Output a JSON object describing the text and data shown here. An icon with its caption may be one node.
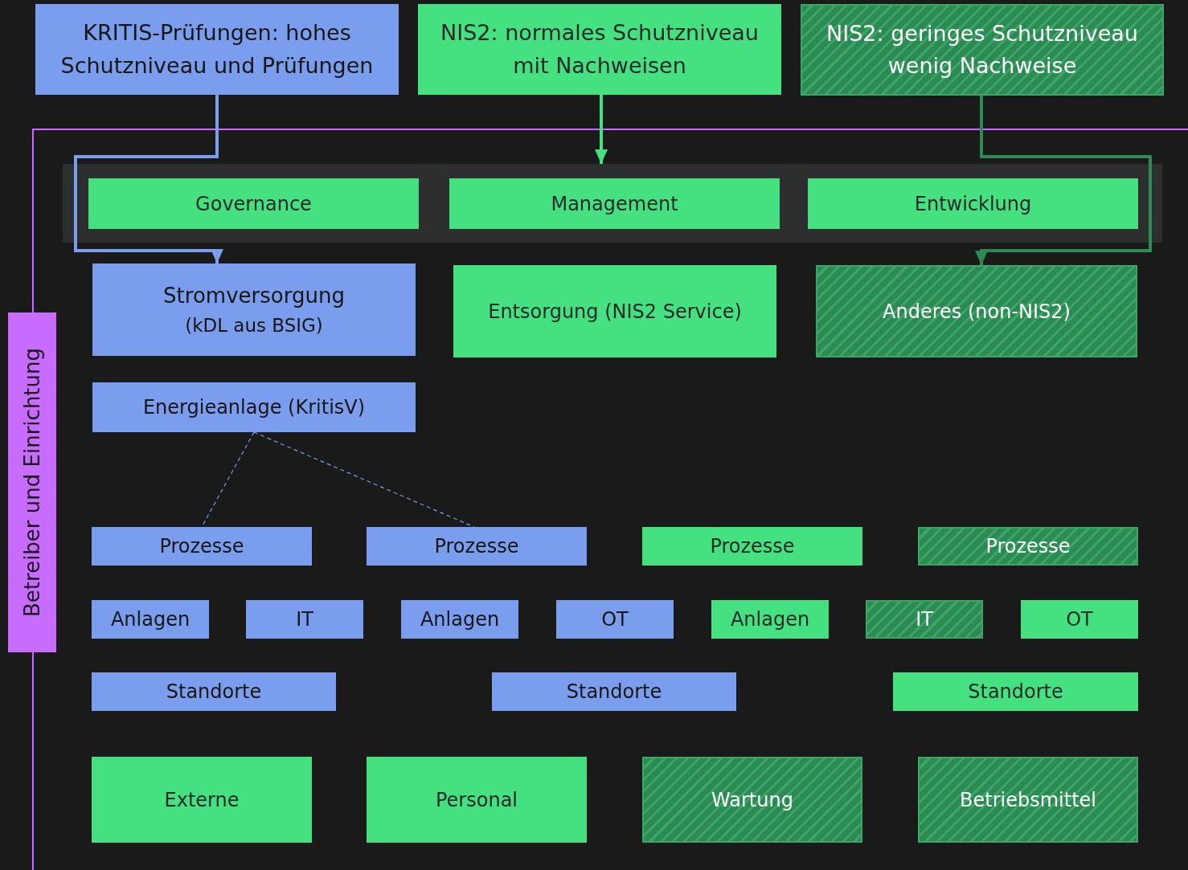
{
  "diagram": {
    "nodes": [
      {
        "text": [
          "KRITIS-Prüfungen: hohes Schutzniveau und Prüfungen"
        ]
      },
      {
        "text": [
          "NIS2: normales Schutzniveau mit Nachweisen"
        ]
      },
      {
        "text": [
          "NIS2: geringes Schutzniveau wenig Nachweise"
        ]
      },
      {
        "text": [
          "Betreiber und Einrichtung"
        ]
      },
      {
        "text": [],
        "shape": "box",
        "in": 3
      },
      {
        "text": [
          "Governance"
        ],
        "in": 4
      },
      {
        "text": [
          "Management"
        ],
        "in": 4
      },
      {
        "text": [
          "Entwicklung"
        ],
        "in": 4
      },
      {
        "text": [
          "Stromversorgung",
          "(kDL aus BSIG)"
        ],
        "in": 3
      },
      {
        "text": [
          "Entsorgung (NIS2 Service)"
        ],
        "in": 3
      },
      {
        "text": [
          "Anderes (non-NIS2)"
        ],
        "in": 3
      },
      {
        "text": [
          "Energieanlage (KritisV)"
        ],
        "in": 3
      },
      {
        "text": [
          "Prozesse"
        ],
        "in": 3
      },
      {
        "text": [
          "Prozesse"
        ],
        "in": 3
      },
      {
        "text": [
          "Prozesse"
        ],
        "in": 3
      },
      {
        "text": [
          "Prozesse"
        ],
        "in": 3
      },
      {
        "text": [
          "Anlagen"
        ],
        "in": 3
      },
      {
        "text": [
          "IT"
        ],
        "in": 3
      },
      {
        "text": [
          "Anlagen"
        ],
        "in": 3
      },
      {
        "text": [
          "OT"
        ],
        "in": 3
      },
      {
        "text": [
          "Anlagen"
        ],
        "in": 3
      },
      {
        "text": [
          "IT"
        ],
        "in": 3
      },
      {
        "text": [
          "OT"
        ],
        "in": 3
      },
      {
        "text": [
          "Standorte"
        ],
        "in": 3
      },
      {
        "text": [
          "Standorte"
        ],
        "in": 3
      },
      {
        "text": [
          "Standorte"
        ],
        "in": 3
      },
      {
        "text": [
          "Externe"
        ],
        "in": 3
      },
      {
        "text": [
          "Personal"
        ],
        "in": 3
      },
      {
        "text": [
          "Wartung"
        ],
        "in": 3
      },
      {
        "text": [
          "Betriebsmittel"
        ],
        "in": 3
      }
    ],
    "edges": [
      {
        "from": 0,
        "to": 8,
        "arrow": "to",
        "color": "#7a9eed"
      },
      {
        "from": 1,
        "to": 4,
        "arrow": "to",
        "color": "#45e07f"
      },
      {
        "from": 2,
        "to": 10,
        "arrow": "to",
        "color": "#2e8a55"
      },
      {
        "from": 11,
        "to": 12,
        "arrow": "none",
        "style": "dashed",
        "color": "#7a9eed"
      },
      {
        "from": 11,
        "to": 13,
        "arrow": "none",
        "style": "dashed",
        "color": "#7a9eed"
      }
    ]
  }
}
